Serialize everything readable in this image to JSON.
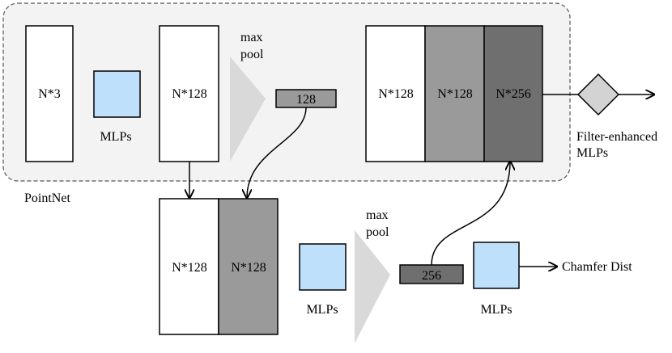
{
  "pointnet_label": "PointNet",
  "blocks": {
    "input": "N*3",
    "feat1": "N*128",
    "pool1_vec": "128",
    "concat_left": "N*128",
    "concat_right": "N*128",
    "pool2_vec": "256",
    "final_a": "N*128",
    "final_b": "N*128",
    "final_c": "N*256"
  },
  "mlp_label": "MLPs",
  "maxpool_label": [
    "max",
    "pool"
  ],
  "filter_label": [
    "Filter-enhanced",
    "MLPs"
  ],
  "output_label": "Chamfer Dist",
  "colors": {
    "panel_bg": "#f3f3f3",
    "mlp_fill": "#bfe0fb",
    "gray_mid": "#9a9a9a",
    "gray_dark": "#6f6f6f",
    "pool_triangle": "#d9d9d9",
    "diamond": "#d3d3d3"
  }
}
